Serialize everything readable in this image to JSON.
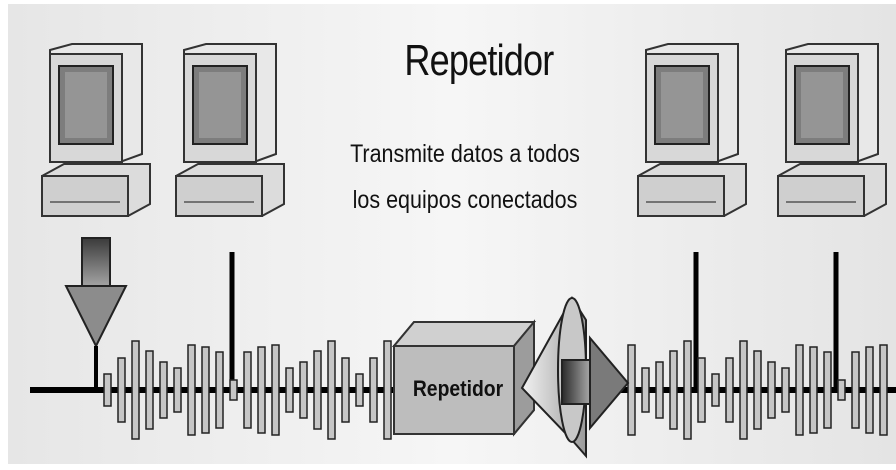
{
  "title": "Repetidor",
  "subtitle_line1": "Transmite datos a todos",
  "subtitle_line2": "los equipos conectados",
  "device_label": "Repetidor",
  "icons": [
    "computer-icon",
    "computer-icon",
    "computer-icon",
    "computer-icon",
    "down-arrow-icon",
    "right-arrow-icon",
    "signal-cone-icon"
  ],
  "colors": {
    "background": "#ececec",
    "computer": "#d4d4d4",
    "screen": "#8a8a8a",
    "box": "#bcbcbc",
    "signal": "#bdbdbd",
    "line": "#000000"
  }
}
